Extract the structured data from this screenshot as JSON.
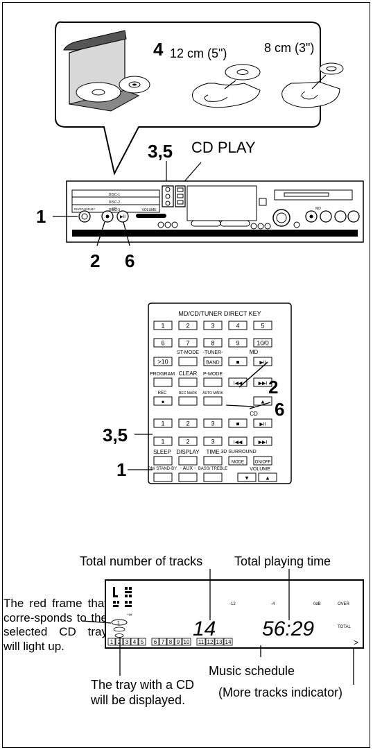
{
  "callout": {
    "step_label": "4",
    "size_12cm": "12 cm (5\")",
    "size_8cm": "8 cm (3\")"
  },
  "main_unit": {
    "steps_label_35": "3,5",
    "cd_play_label": "CD PLAY",
    "disc_labels": [
      "DISC-1",
      "DISC-2",
      "DISC-3"
    ],
    "on_standby_label": "ON/STAND-BY",
    "cd_label": "CD",
    "volume_label": "VOLUME",
    "md_label": "MD",
    "step_1": "1",
    "step_2": "2",
    "step_6": "6"
  },
  "remote": {
    "title": "MD/CD/TUNER DIRECT KEY",
    "row1": [
      "1",
      "2",
      "3",
      "4",
      "5"
    ],
    "row2": [
      "6",
      "7",
      "8",
      "9",
      "10/0"
    ],
    "row3": [
      ">10",
      "ST-MODE",
      "-TUNER-",
      "BAND",
      "MD"
    ],
    "row4": [
      "PROGRAM",
      "CLEAR",
      "P-MODE"
    ],
    "row5": [
      "REC",
      "REC MARK",
      "AUTO MARK"
    ],
    "cd_label": "CD",
    "disc_row": [
      "1",
      "2",
      "3"
    ],
    "tray_row": [
      "1",
      "2",
      "3"
    ],
    "row_sleep": [
      "SLEEP",
      "DISPLAY",
      "TIME"
    ],
    "surround_3d": "3D",
    "surround_label": "SURROUND",
    "mode": "MODE",
    "onoff": "ON/OFF",
    "onstandby": "ON/ STAND-BY",
    "aux": "- AUX -",
    "bass": "BASS/ TREBLE",
    "volume": "VOLUME",
    "step_2": "2",
    "step_6": "6",
    "step_35": "3,5",
    "step_1": "1"
  },
  "display": {
    "total_tracks_label": "Total number of tracks",
    "total_time_label": "Total playing time",
    "red_frame_note": "The red frame that corre-sponds to the selected CD tray will light up.",
    "tray_cd_note_line1": "The tray with a CD",
    "tray_cd_note_line2": "will be displayed.",
    "music_schedule": "Music schedule",
    "more_tracks": "(More tracks indicator)",
    "track_count": "14",
    "playing_time": "56:29",
    "total": "TOTAL",
    "meter_labels": [
      "-12",
      "-4",
      "0dB",
      "OVER"
    ],
    "schedule_numbers": [
      "1",
      "2",
      "3",
      "4",
      "5",
      "6",
      "7",
      "8",
      "9",
      "10",
      "11",
      "12",
      "13",
      "14"
    ]
  }
}
